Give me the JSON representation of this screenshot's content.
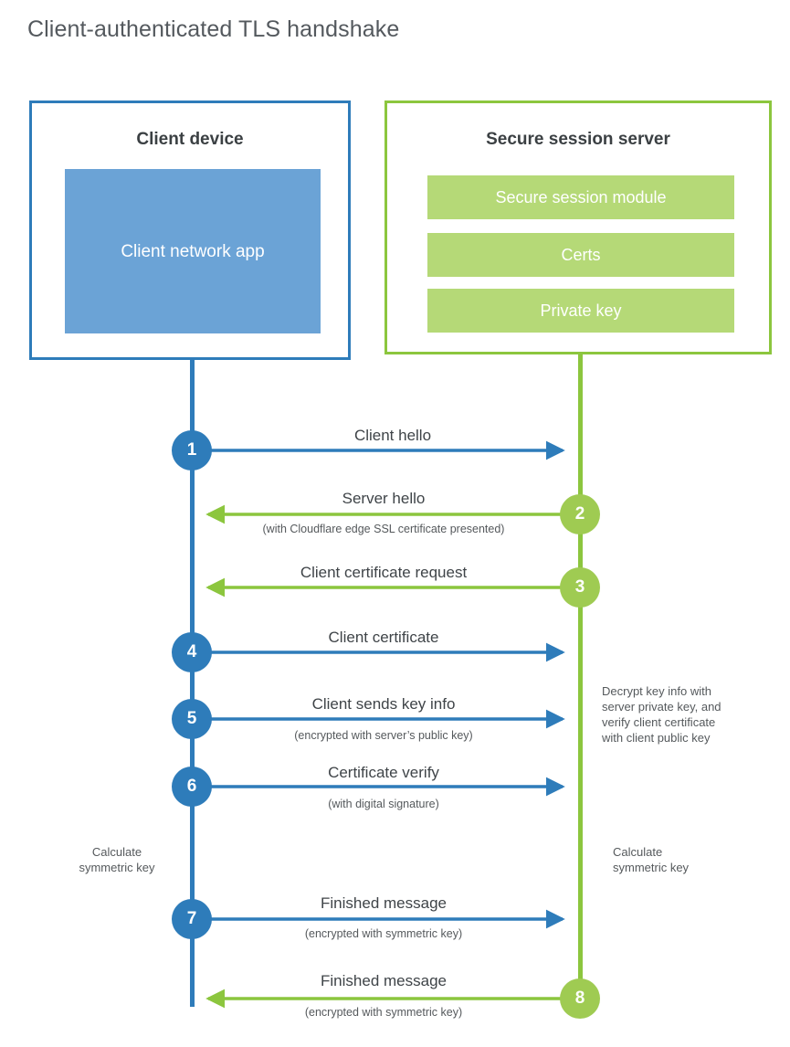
{
  "title": "Client-authenticated TLS handshake",
  "parties": {
    "client": {
      "title": "Client device",
      "app_label": "Client network app"
    },
    "server": {
      "title": "Secure session server",
      "modules": [
        "Secure session module",
        "Certs",
        "Private key"
      ]
    }
  },
  "colors": {
    "client_blue": "#2e7cba",
    "client_app_fill": "#6ba3d6",
    "server_green": "#8cc63e",
    "server_bar_fill": "#b5d977",
    "step_green": "#9fcb52",
    "text_dark": "#3f4448",
    "text_gray": "#55595c",
    "title_gray": "#54595e"
  },
  "steps": [
    {
      "number": "1",
      "side": "client",
      "direction": "right",
      "label": "Client hello",
      "sublabel": ""
    },
    {
      "number": "2",
      "side": "server",
      "direction": "left",
      "label": "Server hello",
      "sublabel": "(with Cloudflare edge SSL certificate presented)"
    },
    {
      "number": "3",
      "side": "server",
      "direction": "left",
      "label": "Client certificate request",
      "sublabel": ""
    },
    {
      "number": "4",
      "side": "client",
      "direction": "right",
      "label": "Client certificate",
      "sublabel": ""
    },
    {
      "number": "5",
      "side": "client",
      "direction": "right",
      "label": "Client sends key info",
      "sublabel": "(encrypted with server’s public key)"
    },
    {
      "number": "6",
      "side": "client",
      "direction": "right",
      "label": "Certificate verify",
      "sublabel": "(with digital signature)"
    },
    {
      "number": "7",
      "side": "client",
      "direction": "right",
      "label": "Finished message",
      "sublabel": "(encrypted with symmetric key)"
    },
    {
      "number": "8",
      "side": "server",
      "direction": "left",
      "label": "Finished message",
      "sublabel": "(encrypted with symmetric key)"
    }
  ],
  "notes": {
    "server_decrypt": {
      "line1": "Decrypt key info with",
      "line2": "server private key, and",
      "line3": "verify client certificate",
      "line4": "with client public key"
    },
    "client_calc": {
      "line1": "Calculate",
      "line2": "symmetric key"
    },
    "server_calc": {
      "line1": "Calculate",
      "line2": "symmetric key"
    }
  }
}
